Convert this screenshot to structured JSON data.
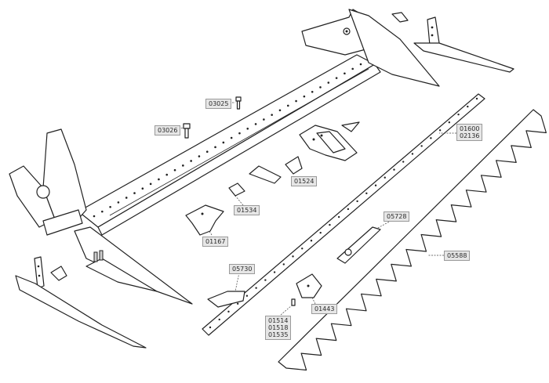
{
  "labels": {
    "l03025": "03025",
    "l03026": "03026",
    "l01600": "01600",
    "l02136": "02136",
    "l01524": "01524",
    "l01534": "01534",
    "l01167": "01167",
    "l05728": "05728",
    "l05588": "05588",
    "l05730": "05730",
    "l01443": "01443",
    "l01514": "01514",
    "l01518": "01518",
    "l01535": "01535"
  },
  "colors": {
    "line": "#222222",
    "label_bg": "#e6e6e6",
    "label_border": "#9a9a9a"
  }
}
